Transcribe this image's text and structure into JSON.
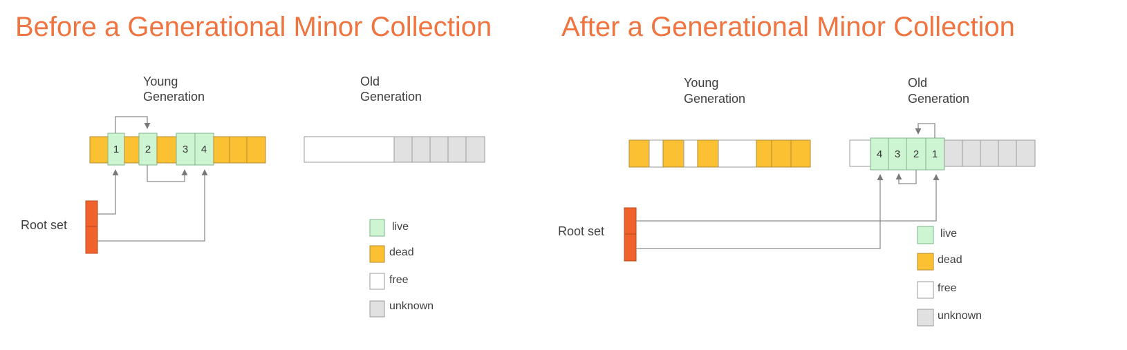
{
  "colors": {
    "title": "#ef7440",
    "live": "#cdf5d1",
    "live_stroke": "#7fb489",
    "dead": "#fcc133",
    "free": "#ffffff",
    "unknown": "#e1e1e1",
    "root": "#f0622c",
    "cell_stroke": "#9a9a9a",
    "arrow": "#8c8c8c"
  },
  "panels": [
    {
      "title": "Before a Generational Minor Collection",
      "young_label": [
        "Young",
        "Generation"
      ],
      "old_label": [
        "Old",
        "Generation"
      ],
      "root_label": "Root set",
      "young_cells": [
        "dead",
        "live:1",
        "dead",
        "live:2",
        "dead",
        "live:3",
        "live:4",
        "dead",
        "dead",
        "dead"
      ],
      "old_cells": [
        "free",
        "unknown",
        "unknown",
        "unknown",
        "unknown",
        "unknown"
      ],
      "legend": [
        "live",
        "dead",
        "free",
        "unknown"
      ]
    },
    {
      "title": "After a Generational Minor Collection",
      "young_label": [
        "Young",
        "Generation"
      ],
      "old_label": [
        "Old",
        "Generation"
      ],
      "root_label": "Root set",
      "young_cells": [
        "dead",
        "free",
        "dead",
        "free",
        "dead",
        "free",
        "dead",
        "dead",
        "dead"
      ],
      "old_cells": [
        "free",
        "live:4",
        "live:3",
        "live:2",
        "live:1",
        "unknown",
        "unknown",
        "unknown",
        "unknown",
        "unknown"
      ],
      "legend": [
        "live",
        "dead",
        "free",
        "unknown"
      ]
    }
  ]
}
